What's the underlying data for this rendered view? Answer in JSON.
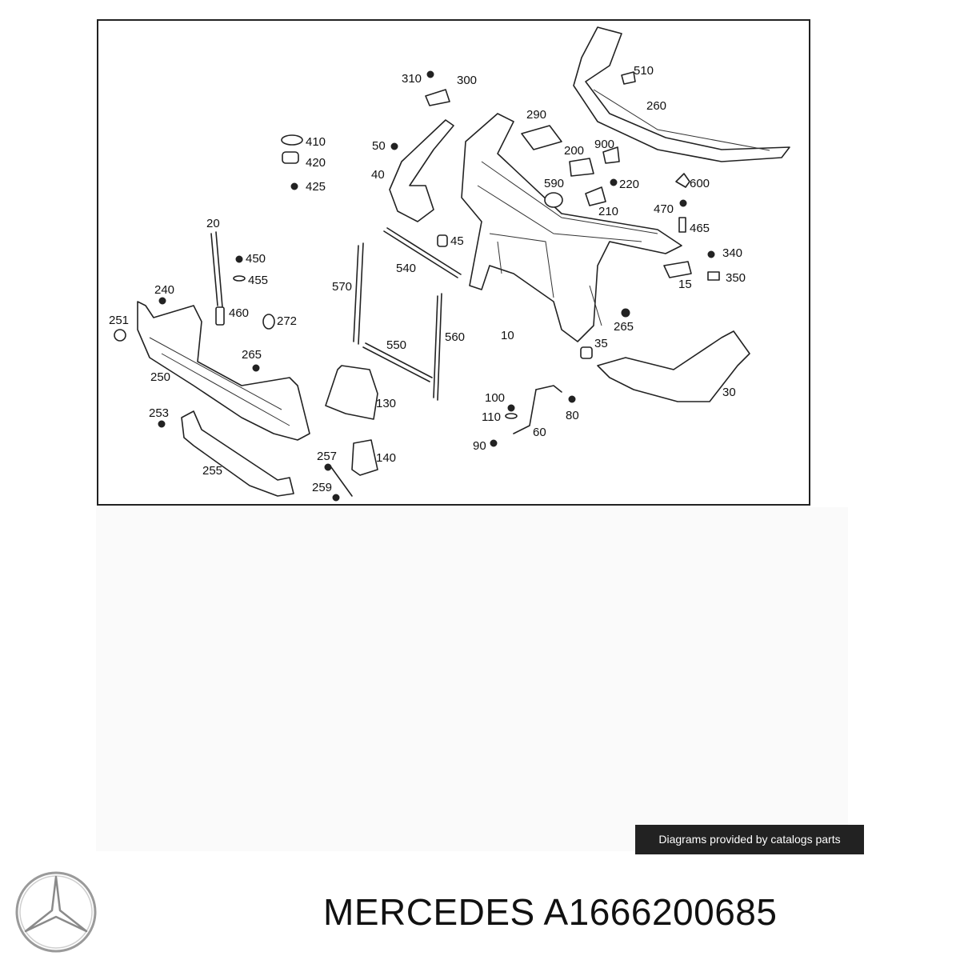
{
  "diagram": {
    "callouts": [
      "10",
      "15",
      "20",
      "30",
      "35",
      "40",
      "45",
      "50",
      "60",
      "80",
      "90",
      "100",
      "110",
      "130",
      "140",
      "200",
      "210",
      "220",
      "240",
      "250",
      "251",
      "253",
      "255",
      "257",
      "259",
      "260",
      "265",
      "265",
      "272",
      "290",
      "300",
      "310",
      "340",
      "350",
      "410",
      "420",
      "425",
      "450",
      "455",
      "460",
      "465",
      "470",
      "510",
      "540",
      "550",
      "560",
      "570",
      "590",
      "600",
      "900"
    ]
  },
  "attribution": {
    "text": "Diagrams provided by catalogs parts"
  },
  "footer": {
    "logo_icon": "mercedes-star-icon",
    "title": "MERCEDES A1666200685"
  },
  "colors": {
    "line": "#222222",
    "attribution_bg": "#222222",
    "attribution_text": "#ffffff"
  }
}
